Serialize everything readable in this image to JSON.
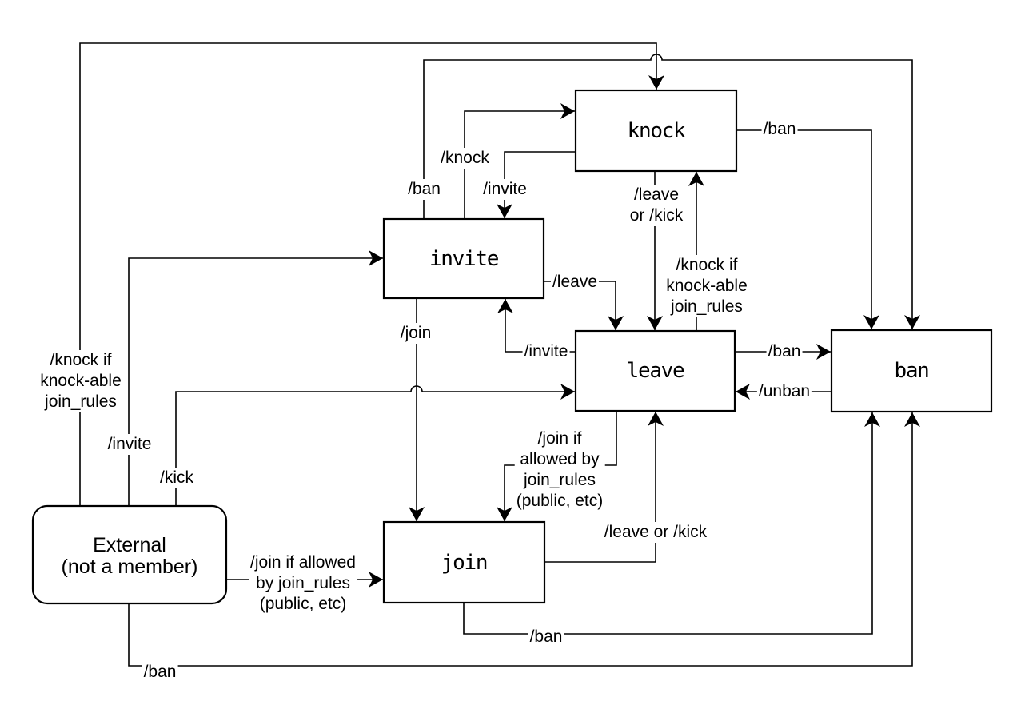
{
  "diagram": {
    "nodes": {
      "knock": {
        "label": "knock"
      },
      "invite": {
        "label": "invite"
      },
      "leave": {
        "label": "leave"
      },
      "ban": {
        "label": "ban"
      },
      "join": {
        "label": "join"
      },
      "external": {
        "label": "External\n(not a member)"
      }
    },
    "edge_labels": {
      "invite_to_knock": "/knock",
      "invite_to_ban": "/ban",
      "knock_to_invite": "/invite",
      "knock_to_leave": "/leave\nor /kick",
      "knock_to_ban": "/ban",
      "leave_to_knock": "/knock if\nknock-able\njoin_rules",
      "invite_to_leave": "/leave",
      "leave_to_invite": "/invite",
      "leave_to_ban": "/ban",
      "ban_to_leave": "/unban",
      "invite_to_join": "/join",
      "external_to_knock": "/knock if\nknock-able\njoin_rules",
      "external_to_invite": "/invite",
      "external_to_leave": "/kick",
      "external_to_join": "/join if allowed\nby join_rules\n(public, etc)",
      "leave_to_join": "/join if\nallowed by\njoin_rules\n(public, etc)",
      "join_to_leave": "/leave or /kick",
      "join_to_ban": "/ban",
      "external_to_ban": "/ban"
    },
    "colors": {
      "stroke": "#000000",
      "background": "#ffffff"
    }
  }
}
